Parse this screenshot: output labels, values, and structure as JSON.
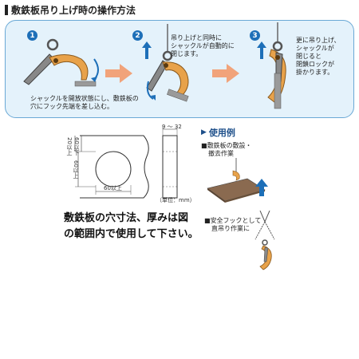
{
  "header": {
    "title": "敷鉄板吊り上げ時の操作方法"
  },
  "steps": [
    {
      "number": "1",
      "lines": [
        "シャックルを開放状態にし、敷鉄板の",
        "穴にフック先端を差し込む。"
      ]
    },
    {
      "number": "2",
      "lines": [
        "吊り上げと同時に",
        "シャックルが自動的に",
        "閉じます。"
      ]
    },
    {
      "number": "3",
      "lines": [
        "更に吊り上げ、",
        "シャックルが",
        "閉じると",
        "閉鎖ロックが",
        "掛かります。"
      ]
    }
  ],
  "diagram": {
    "dim_thickness": "9 ～ 32",
    "dim_top": "20以上",
    "dim_hole_top": "60以下",
    "dim_hole_height": "60以上",
    "dim_hole_width": "60以上",
    "unit": "（単位：mm）"
  },
  "note": {
    "lines": [
      "敷鉄板の穴寸法、厚みは図",
      "の範囲内で使用して下さい。"
    ]
  },
  "examples": {
    "title": "使用例",
    "items": [
      {
        "lines": [
          "敷鉄板の敷設・",
          "撤去作業"
        ]
      },
      {
        "lines": [
          "安全フックとして",
          "直吊り作業に"
        ]
      }
    ]
  },
  "colors": {
    "hook": "#e8a24a",
    "panel_bg": "#e4f2fb",
    "panel_border": "#6aa9d6",
    "arrow": "#f1a37a",
    "up_arrow": "#1d6fb8"
  }
}
